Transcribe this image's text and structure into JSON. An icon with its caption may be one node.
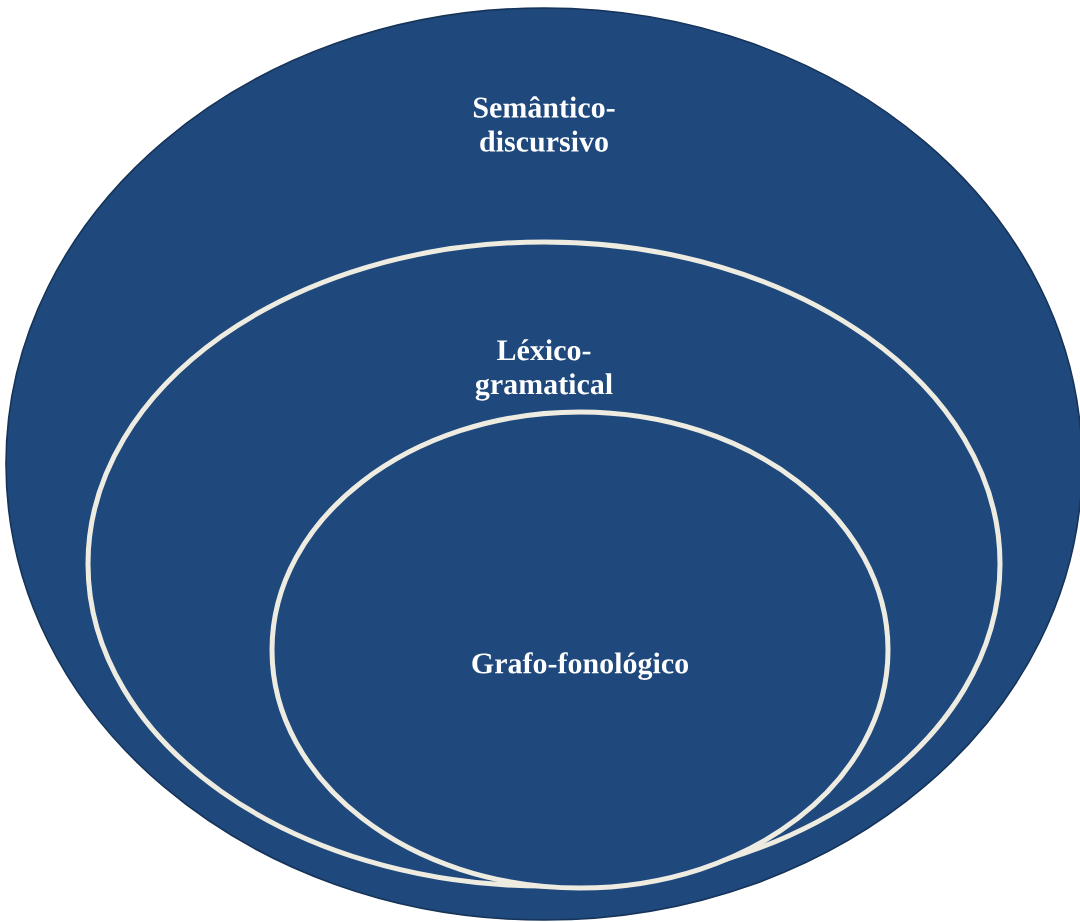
{
  "diagram": {
    "nodes": [
      {
        "text": [
          "Semântico- discursivo"
        ]
      },
      {
        "text": [
          "Léxico- gramatical"
        ],
        "in": 0
      },
      {
        "text": [
          "Grafo-fonológico"
        ],
        "in": 1
      }
    ]
  }
}
